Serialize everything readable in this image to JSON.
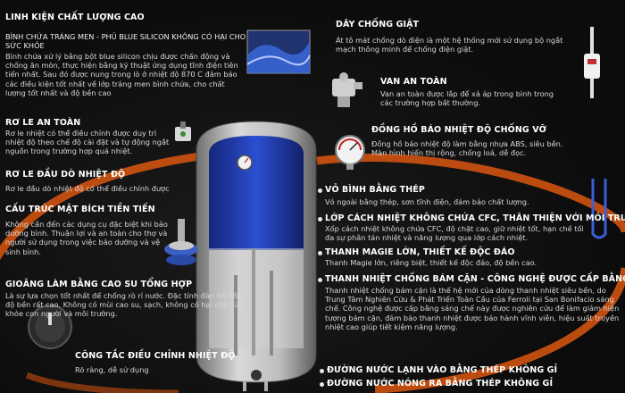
{
  "sections": {
    "enamel": {
      "title": "LINH KIỆN CHẤT LƯỢNG CAO",
      "subtitle": "BÌNH CHỨA TRÁNG MEN - PHỦ BLUE SILICON KHÔNG CÓ HẠI CHO SỨC KHỎE",
      "body": "Bình chứa xử lý bằng bột blue silicon chịu được chấn động và chống ăn mòn, thực hiện bằng kỹ thuật ứng dụng tĩnh điện tiên tiến nhất. Sau đó được nung trong lò ở nhiệt độ 870 C đảm bảo các điều kiện tốt nhất về lớp tráng men bình chứa, cho chất lượng tốt nhất và độ bền cao"
    },
    "relay_safety": {
      "title": "RƠ LE AN TOÀN",
      "body": "Rơ le nhiệt có thể điều chỉnh được duy trì nhiệt độ theo chế độ cài đặt và tự động ngắt nguồn trong trường hợp quá nhiệt."
    },
    "relay_sensor": {
      "title": "RƠ LE ĐẦU DÒ NHIỆT ĐỘ",
      "body": "Rơ le đầu dò nhiệt độ có thể điều chỉnh được"
    },
    "flange": {
      "title": "CẤU TRÚC MẶT BÍCH TIỀN TIẾN",
      "body": "Không cần đến các dụng cụ đặc biệt khi bảo dưỡng bình. Thuận lợi và an toàn cho thợ và người sử dụng trong việc bảo dưỡng và vệ sinh bình."
    },
    "gasket": {
      "title": "GIOĂNG LÀM BẰNG CAO SU TỔNG HỢP",
      "body": "Là sự lựa chọn tốt nhất để chống rò rỉ nước. Đặc tính đàn hồi tốt, độ bền rất cao. Không có mùi cao su, sạch, không có hại cho sức khỏe con người và môi trường."
    },
    "knob": {
      "title": "CÔNG TẮC ĐIỀU CHỈNH NHIỆT ĐỘ",
      "body": "Rõ ràng, dễ sử dụng"
    },
    "leak_cord": {
      "title": "DÂY CHỐNG GIẬT",
      "body": "Át tô mát chống dò điện là một hệ thống mới sử dụng bộ ngắt mạch thông minh để chống điện giật."
    },
    "valve": {
      "title": "VAN AN TOÀN",
      "body": "Van an toàn được lắp để xả áp trong bình trong các trường hợp bất thường."
    },
    "gauge": {
      "title": "ĐỒNG HỒ BÁO NHIỆT ĐỘ CHỐNG VỠ",
      "body": "Đồng hồ báo nhiệt độ làm bằng nhựa ABS, siêu bền. Màn hình hiển thị rộng, chống loá, dễ đọc."
    },
    "shell": {
      "title": "VỎ BÌNH BẰNG THÉP",
      "body": "Vỏ ngoài bằng thép, sơn tĩnh điện, đảm bảo chất lượng."
    },
    "insulation": {
      "title": "LỚP CÁCH NHIỆT KHÔNG CHỨA CFC, THÂN THIỆN VỚI MÔI TRƯỜNG",
      "body": "Xốp cách nhiệt không chứa CFC, độ chặt cao, giữ nhiệt tốt, hạn chế tối đa sự phân tán nhiệt và năng lượng qua lớp cách nhiệt."
    },
    "anode": {
      "title": "THANH MAGIE LỚN, THIẾT KẾ ĐỘC ĐÁO",
      "body": "Thanh Magie lớn, riêng biệt, thiết kế độc đáo, độ bền cao."
    },
    "heater": {
      "title": "THANH NHIỆT CHỐNG BÁM CẶN - CÔNG NGHỆ ĐƯỢC CẤP BẰNG SÁNG CHẾ",
      "body": "Thanh nhiệt chống bám cặn là thế hệ mới của dòng thanh nhiệt siêu bền, do Trung Tâm Nghiên Cứu & Phát Triển Toàn Cầu của Ferroli tại San Bonifacio sáng chế. Công nghệ được cấp bằng sáng chế này được nghiên cứu để làm giảm hiện tượng bám cặn, đảm bảo thanh nhiệt được bảo hành vĩnh viễn, hiệu suất truyền nhiệt cao giúp tiết kiệm năng lượng."
    },
    "inlet": {
      "title": "ĐƯỜNG NƯỚC LẠNH VÀO BẰNG THÉP KHÔNG GỈ"
    },
    "outlet": {
      "title": "ĐƯỜNG NƯỚC NÓNG RA BẰNG THÉP KHÔNG GỈ"
    }
  },
  "colors": {
    "arc": "#d2560f",
    "tank_blue": "#1f3fa8",
    "background": "#101010"
  }
}
